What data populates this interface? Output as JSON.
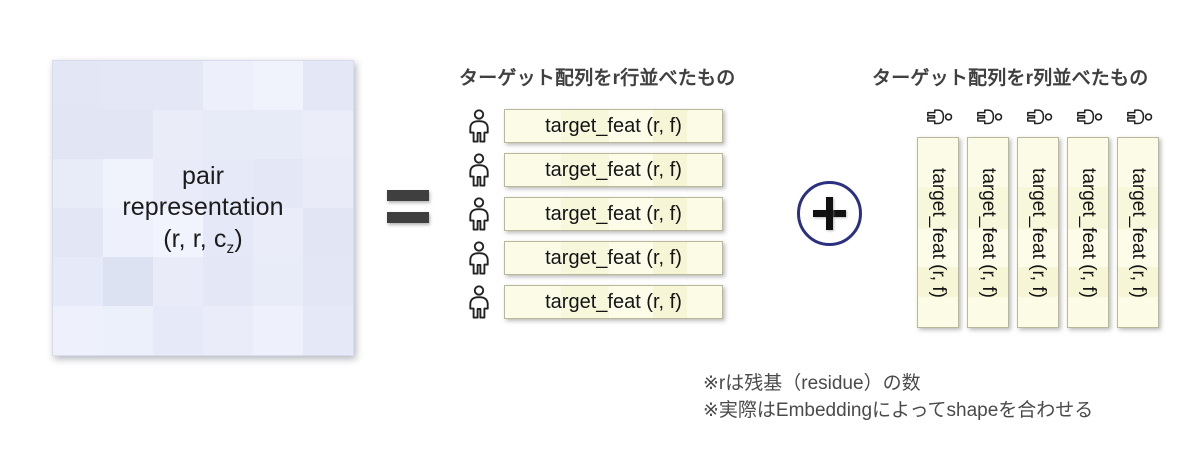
{
  "diagram": {
    "pair_representation": {
      "line1": "pair",
      "line2": "representation",
      "line3_prefix": "(r, r, c",
      "line3_sub": "z",
      "line3_suffix": ")",
      "grid_colors": [
        [
          "#e2e6f5",
          "#e3e7f6",
          "#e4e8f6",
          "#edf0fa",
          "#f0f3fc",
          "#e3e7f6"
        ],
        [
          "#e1e5f4",
          "#e1e5f4",
          "#eaedf8",
          "#e7eaf7",
          "#e7eaf7",
          "#ebeef9"
        ],
        [
          "#e8ebf8",
          "#f1f3fc",
          "#e9ecf8",
          "#e6e9f7",
          "#e4e8f6",
          "#e9ecf8"
        ],
        [
          "#e2e6f5",
          "#eef1fb",
          "#f2f4fd",
          "#e5e9f7",
          "#eaedf9",
          "#e1e5f4"
        ],
        [
          "#e6e9f7",
          "#dde2f2",
          "#e9ecf8",
          "#e3e7f6",
          "#e8ebf8",
          "#e2e6f5"
        ],
        [
          "#eef1fb",
          "#ecf0fa",
          "#e6e9f7",
          "#eaedf9",
          "#eef1fb",
          "#e5e9f7"
        ]
      ]
    },
    "operators": {
      "equals": "=",
      "plus": "+",
      "plus_circle_color": "#2b3180"
    },
    "rows_section": {
      "heading": "ターゲット配列をr行並べたもの",
      "icon_name": "person-upright-icon",
      "items": [
        {
          "label": "target_feat (r, f)"
        },
        {
          "label": "target_feat (r, f)"
        },
        {
          "label": "target_feat (r, f)"
        },
        {
          "label": "target_feat (r, f)"
        },
        {
          "label": "target_feat (r, f)"
        }
      ]
    },
    "cols_section": {
      "heading": "ターゲット配列をr列並べたもの",
      "icon_name": "person-sideways-icon",
      "items": [
        {
          "label": "target_feat (r, f)"
        },
        {
          "label": "target_feat (r, f)"
        },
        {
          "label": "target_feat (r, f)"
        },
        {
          "label": "target_feat (r, f)"
        },
        {
          "label": "target_feat (r, f)"
        }
      ]
    },
    "feat_box_stripes": [
      "#fbfbe7",
      "#f7f7dc",
      "#fcfce9",
      "#f6f6d6",
      "#fbfbe6"
    ],
    "notes": {
      "line1": "※rは残基（residue）の数",
      "line2": "※実際はEmbeddingによってshapeを合わせる"
    }
  }
}
